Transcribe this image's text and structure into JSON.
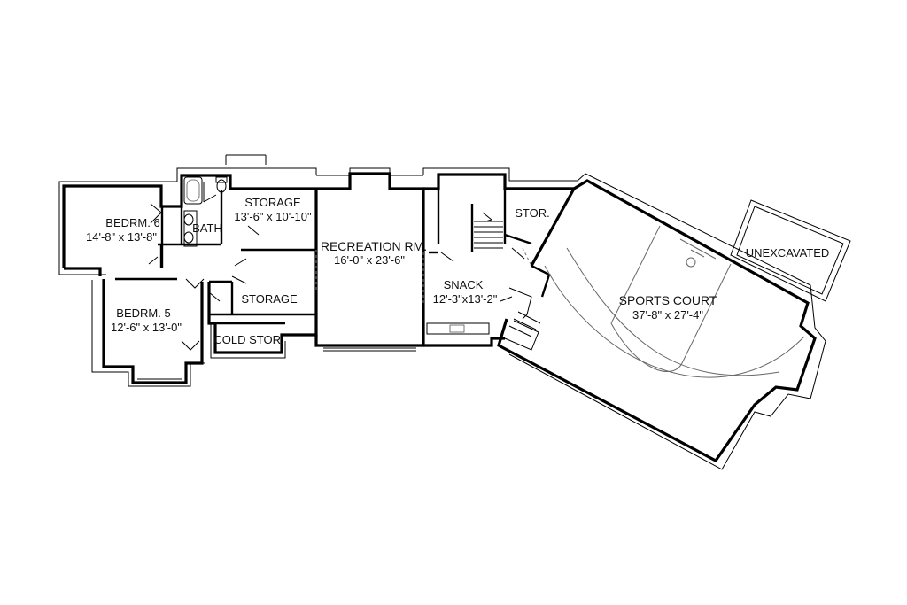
{
  "rooms": {
    "bedrm6": {
      "name": "BEDRM. 6",
      "size": "14'-8\" x 13'-8\""
    },
    "bath": {
      "name": "BATH"
    },
    "storage_top": {
      "name": "STORAGE",
      "size": "13'-6\" x 10'-10\""
    },
    "recreation": {
      "name": "RECREATION RM.",
      "size": "16'-0\" x 23'-6\""
    },
    "stor": {
      "name": "STOR."
    },
    "unexcavated": {
      "name": "UNEXCAVATED"
    },
    "snack": {
      "name": "SNACK",
      "size": "12'-3\"x13'-2\""
    },
    "storage_mid": {
      "name": "STORAGE"
    },
    "bedrm5": {
      "name": "BEDRM. 5",
      "size": "12'-6\" x 13'-0\""
    },
    "cold_stor": {
      "name": "COLD STOR."
    },
    "sports_court": {
      "name": "SPORTS COURT",
      "size": "37'-8\" x 27'-4\""
    }
  }
}
